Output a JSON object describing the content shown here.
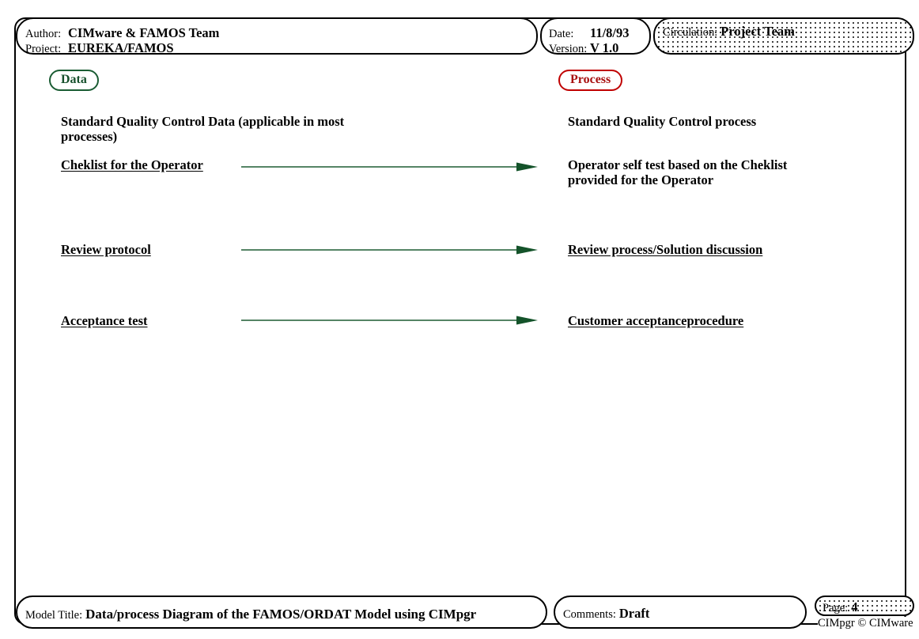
{
  "header": {
    "author_label": "Author:",
    "author_value": "CIMware & FAMOS Team",
    "project_label": "Project:",
    "project_value": "EUREKA/FAMOS",
    "date_label": "Date:",
    "date_value": "11/8/93",
    "version_label": "Version:",
    "version_value": "V 1.0",
    "circulation_label": "Circulation:",
    "circulation_value": "Project Team"
  },
  "columns": {
    "left_heading": "Data",
    "right_heading": "Process",
    "left_color": "#16502c",
    "right_color": "#a81010"
  },
  "intro": {
    "left": "Standard Quality Control Data (applicable in most processes)",
    "right": "Standard Quality Control process"
  },
  "mappings": [
    {
      "data": "Cheklist for the Operator",
      "process_line_1": "Operator self test based on the Cheklist",
      "process_line_2": "provided for the Operator",
      "arrow": "arrow-right-icon"
    },
    {
      "data": "Review protocol",
      "process_line_1": "Review process/Solution discussion ",
      "process_line_2": "",
      "arrow": "arrow-right-icon"
    },
    {
      "data": "Acceptance test",
      "process_line_1": "Customer acceptanceprocedure",
      "process_line_2": "",
      "arrow": "arrow-right-icon"
    }
  ],
  "arrow_color": "#1d5c32",
  "footer": {
    "model_title_label": "Model Title:",
    "model_title_value": "Data/process Diagram of the FAMOS/ORDAT Model using CIMpgr",
    "comments_label": "Comments:",
    "comments_value": "Draft",
    "page_label": "Page:",
    "page_value": "4",
    "copyright": "CIMpgr © CIMware"
  }
}
